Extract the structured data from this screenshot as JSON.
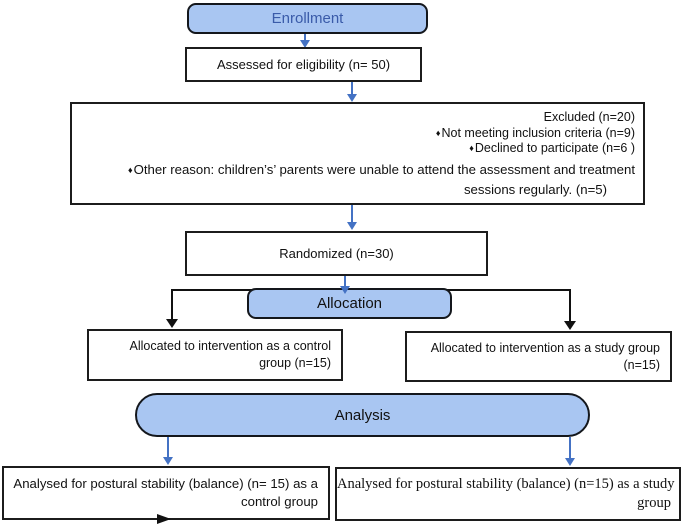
{
  "colors": {
    "stage_fill": "#a9c6f2",
    "stage_border": "#14171c",
    "box_border": "#1c1c1c",
    "blue_arrow": "#4472c4",
    "black_line": "#111111",
    "enrollment_text": "#3a5ba9"
  },
  "stages": {
    "enrollment": "Enrollment",
    "allocation": "Allocation",
    "analysis": "Analysis"
  },
  "eligibility": {
    "label": "Assessed for eligibility (n= 50)"
  },
  "excluded": {
    "title": "Excluded (n=20)",
    "bullet": "♦",
    "items": [
      "Not meeting inclusion criteria (n=9)",
      "Declined to participate (n=6 )",
      "Other reason: children’s’ parents were unable to attend the assessment and treatment"
    ],
    "wrap_line": "sessions regularly. (n=5)"
  },
  "randomized": {
    "label": "Randomized (n=30)"
  },
  "alloc_control": {
    "line1": "Allocated to intervention as a control",
    "line2": "group (n=15)"
  },
  "alloc_study": {
    "line1": "Allocated to intervention as a study group",
    "line2": "(n=15)"
  },
  "analysed_control": {
    "line1": "Analysed for postural stability (balance) (n= 15) as a",
    "line2": "control group"
  },
  "analysed_study": {
    "line1": "Analysed for postural stability (balance) (n=15) as a study",
    "line2": "group"
  }
}
